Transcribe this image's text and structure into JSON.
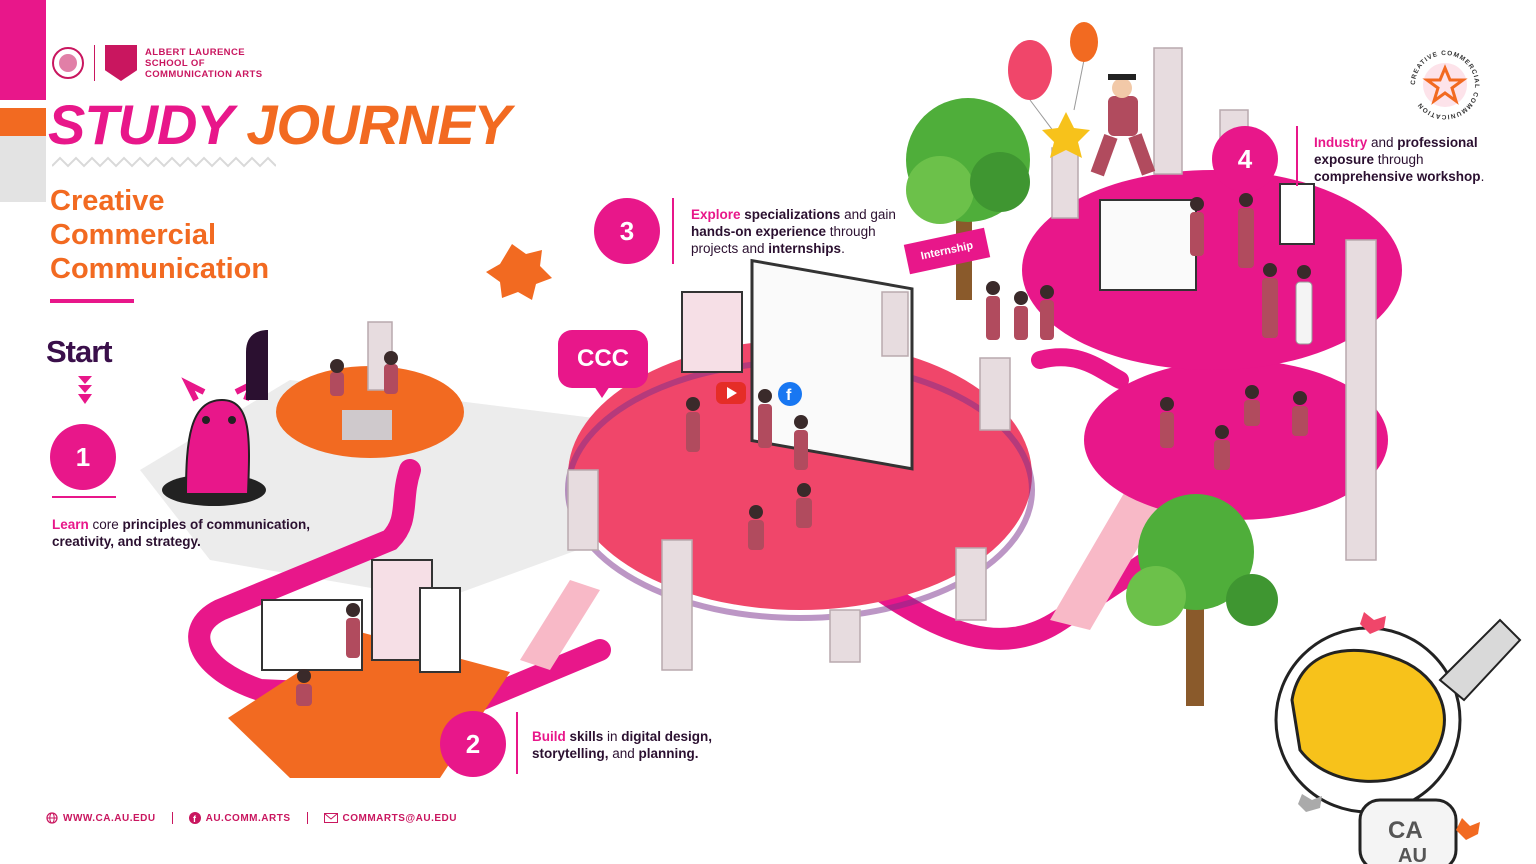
{
  "header": {
    "school_line1": "ALBERT LAURENCE",
    "school_line2": "SCHOOL OF",
    "school_line3": "COMMUNICATION ARTS",
    "title_part1": "STUDY",
    "title_part2": "JOURNEY",
    "subtitle_line1": "Creative",
    "subtitle_line2": "Commercial",
    "subtitle_line3": "Communication"
  },
  "start_label": "Start",
  "steps": [
    {
      "number": "1",
      "keyword": "Learn",
      "text_a": " core ",
      "bold_a": "principles of communication,",
      "text_b": " ",
      "bold_b": "creativity, and strategy."
    },
    {
      "number": "2",
      "keyword": "Build",
      "bold_a": " skills",
      "text_a": " in ",
      "bold_b": "digital design, storytelling,",
      "text_b": " and ",
      "bold_c": "planning."
    },
    {
      "number": "3",
      "keyword": "Explore",
      "bold_a": " specializations",
      "text_a": " and gain ",
      "bold_b": "hands-on experience",
      "text_b": " through projects and ",
      "bold_c": "internships",
      "text_c": "."
    },
    {
      "number": "4",
      "keyword": "Industry",
      "text_a": " and ",
      "bold_a": "professional exposure",
      "text_b": " through ",
      "bold_b": "comprehensive workshop",
      "text_c": "."
    }
  ],
  "illustration": {
    "bubble_text": "CCC",
    "flag_text": "Internship",
    "mascot_helmet_text": "CA AU",
    "badge_text": "CREATIVE COMMERCIAL COMMUNICATION"
  },
  "footer": {
    "website": "WWW.CA.AU.EDU",
    "facebook": "AU.COMM.ARTS",
    "email": "COMMARTS@AU.EDU"
  },
  "colors": {
    "pink": "#e8178a",
    "orange": "#f26a21",
    "dark_purple": "#3a0f4a",
    "grey": "#e3e3e3"
  }
}
